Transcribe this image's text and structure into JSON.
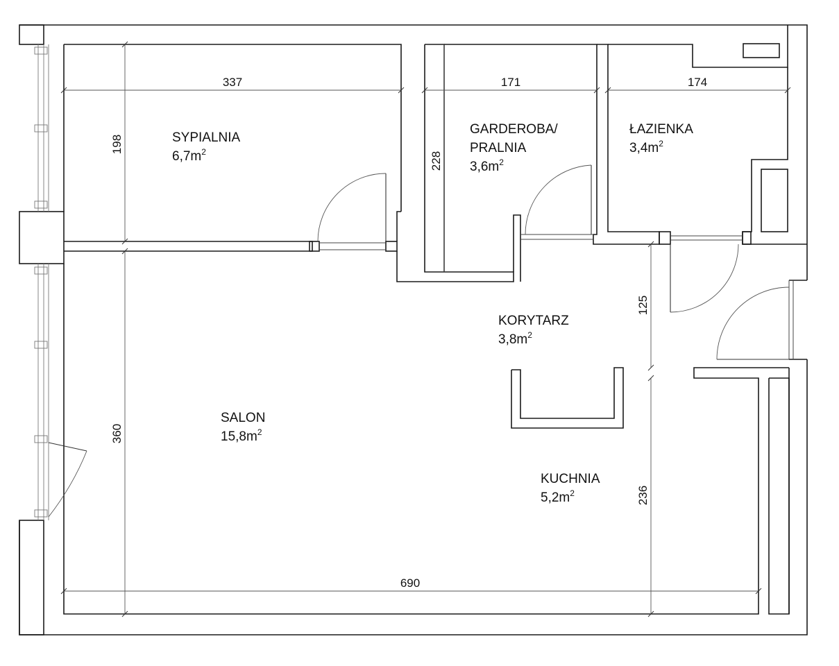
{
  "rooms": [
    {
      "id": "sypialnia",
      "name_lines": [
        "SYPIALNIA"
      ],
      "area": "6,7m",
      "sup": "2"
    },
    {
      "id": "garderoba",
      "name_lines": [
        "GARDEROBA/",
        "PRALNIA"
      ],
      "area": "3,6m",
      "sup": "2"
    },
    {
      "id": "lazienka",
      "name_lines": [
        "ŁAZIENKA"
      ],
      "area": "3,4m",
      "sup": "2"
    },
    {
      "id": "korytarz",
      "name_lines": [
        "KORYTARZ"
      ],
      "area": "3,8m",
      "sup": "2"
    },
    {
      "id": "salon",
      "name_lines": [
        "SALON"
      ],
      "area": "15,8m",
      "sup": "2"
    },
    {
      "id": "kuchnia",
      "name_lines": [
        "KUCHNIA"
      ],
      "area": "5,2m",
      "sup": "2"
    }
  ],
  "dimensions": {
    "sypialnia_width": "337",
    "garderoba_width": "171",
    "lazienka_width": "174",
    "sypialnia_height": "198",
    "garderoba_height": "228",
    "korytarz_height": "125",
    "salon_height": "360",
    "kuchnia_height": "236",
    "total_width": "690"
  }
}
